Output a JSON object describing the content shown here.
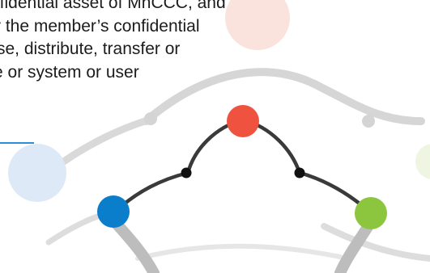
{
  "notice": {
    "lines": [
      "nfidential asset of MnCCC, and",
      "r the member’s confidential",
      "se, distribute, transfer or",
      "e or system or user"
    ]
  },
  "graphic": {
    "colors": {
      "red_node": "#ef5340",
      "blue_node": "#0a7dcb",
      "green_node": "#8cc63f",
      "pale_blue_node": "#dbe8f6",
      "pale_green_node": "#eef5e0",
      "pale_red_node": "#fbe1db",
      "grey_swoosh": "#cfcfcf",
      "dark_stroke": "#3a3a3a",
      "accent_rule": "#2a8fd6"
    }
  }
}
